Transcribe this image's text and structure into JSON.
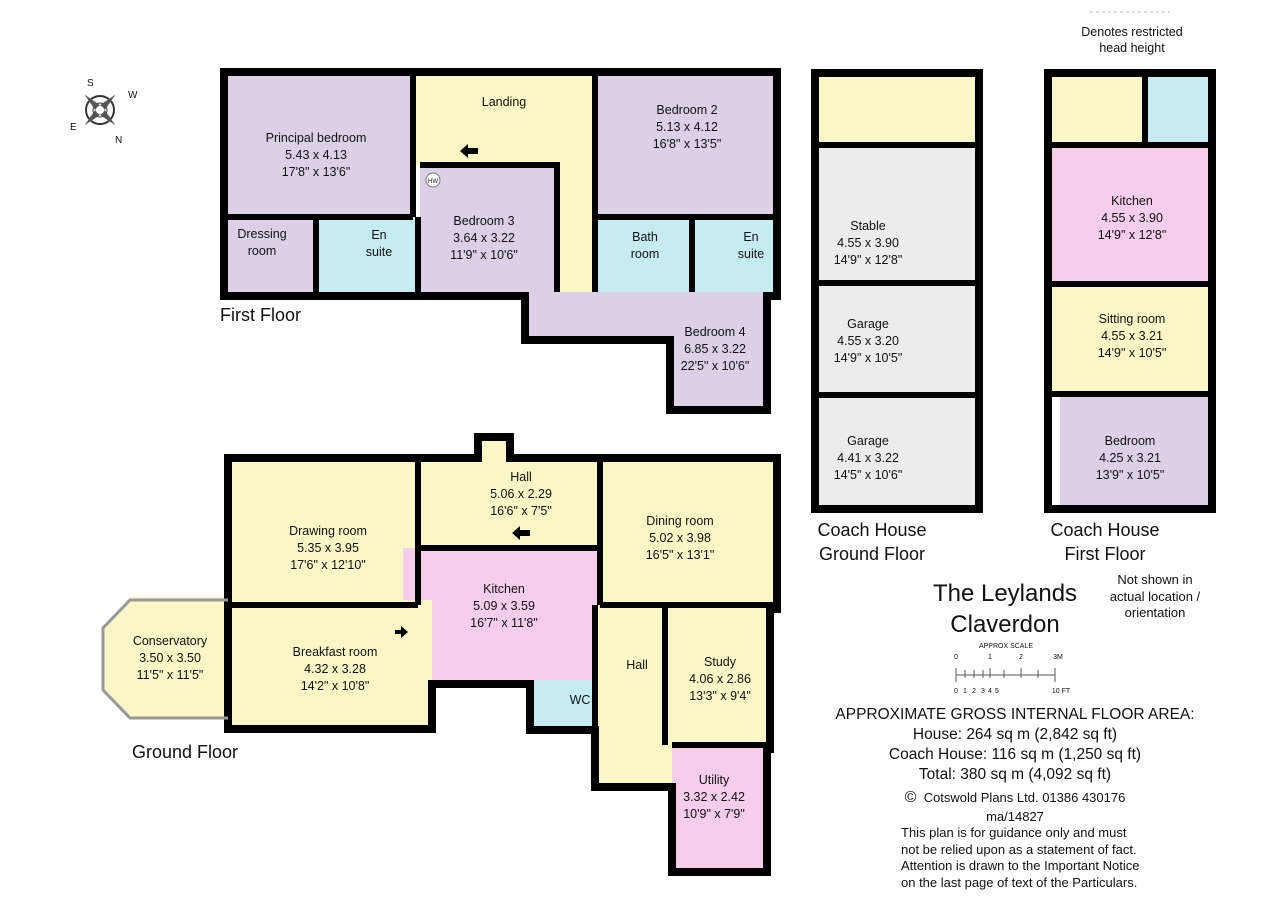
{
  "first_floor": {
    "label": "First Floor",
    "rooms": [
      {
        "name": "Principal bedroom",
        "m": "5.43 x 4.13",
        "ft": "17'8\" x 13'6\""
      },
      {
        "name": "Landing"
      },
      {
        "name": "Bedroom 2",
        "m": "5.13 x 4.12",
        "ft": "16'8\" x 13'5\""
      },
      {
        "name1": "Dressing",
        "name2": "room"
      },
      {
        "name1": "En",
        "name2": "suite"
      },
      {
        "name": "Bedroom 3",
        "m": "3.64 x 3.22",
        "ft": "11'9\" x 10'6\""
      },
      {
        "name1": "Bath",
        "name2": "room"
      },
      {
        "name1": "En",
        "name2": "suite"
      },
      {
        "name": "Bedroom 4",
        "m": "6.85 x 3.22",
        "ft": "22'5\" x 10'6\""
      }
    ],
    "hw": "HW"
  },
  "ground_floor": {
    "label": "Ground Floor",
    "rooms": [
      {
        "name": "Drawing room",
        "m": "5.35 x 3.95",
        "ft": "17'6\" x 12'10\""
      },
      {
        "name": "Hall",
        "m": "5.06 x 2.29",
        "ft": "16'6\" x 7'5\""
      },
      {
        "name": "Dining room",
        "m": "5.02 x 3.98",
        "ft": "16'5\" x 13'1\""
      },
      {
        "name": "Kitchen",
        "m": "5.09 x 3.59",
        "ft": "16'7\" x 11'8\""
      },
      {
        "name": "Conservatory",
        "m": "3.50 x 3.50",
        "ft": "11'5\" x 11'5\""
      },
      {
        "name": "Breakfast room",
        "m": "4.32 x 3.28",
        "ft": "14'2\" x 10'8\""
      },
      {
        "name": "WC"
      },
      {
        "name": "Hall"
      },
      {
        "name": "Study",
        "m": "4.06 x 2.86",
        "ft": "13'3\" x 9'4\""
      },
      {
        "name": "Utility",
        "m": "3.32 x 2.42",
        "ft": "10'9\" x 7'9\""
      }
    ]
  },
  "coach_ground": {
    "label1": "Coach House",
    "label2": "Ground Floor",
    "rooms": [
      {
        "name": "Stable",
        "m": "4.55 x 3.90",
        "ft": "14'9\" x 12'8\""
      },
      {
        "name": "Garage",
        "m": "4.55 x 3.20",
        "ft": "14'9\" x 10'5\""
      },
      {
        "name": "Garage",
        "m": "4.41 x 3.22",
        "ft": "14'5\" x 10'6\""
      }
    ]
  },
  "coach_first": {
    "label1": "Coach House",
    "label2": "First Floor",
    "rooms": [
      {
        "name": "Kitchen",
        "m": "4.55 x 3.90",
        "ft": "14'9\" x 12'8\""
      },
      {
        "name": "Sitting room",
        "m": "4.55 x 3.21",
        "ft": "14'9\" x 10'5\""
      },
      {
        "name": "Bedroom",
        "m": "4.25 x 3.21",
        "ft": "13'9\" x 10'5\""
      }
    ]
  },
  "legend": {
    "line1": "Denotes restricted",
    "line2": "head height"
  },
  "compass": {
    "n": "N",
    "s": "S",
    "e": "E",
    "w": "W"
  },
  "title": {
    "line1": "The Leylands",
    "line2": "Claverdon"
  },
  "note": {
    "line1": "Not shown in",
    "line2": "actual location /",
    "line3": "orientation"
  },
  "scale": {
    "title": "APPROX SCALE",
    "m_ticks": [
      "0",
      "1",
      "2",
      "3M"
    ],
    "ft_ticks": [
      "0",
      "1",
      "2",
      "3",
      "4",
      "5",
      "10 FT"
    ]
  },
  "area": {
    "heading": "APPROXIMATE GROSS INTERNAL FLOOR AREA:",
    "house": "House: 264 sq m (2,842 sq ft)",
    "coach": "Coach House: 116 sq m (1,250 sq ft)",
    "total": "Total: 380 sq m (4,092 sq ft)"
  },
  "copyright": {
    "symbol": "©",
    "text": "Cotswold Plans Ltd. 01386 430176",
    "ref": "ma/14827"
  },
  "disclaimer": [
    "This plan is for guidance only and must",
    "not be relied upon as a statement of fact.",
    "Attention is drawn to the Important Notice",
    "on the last page of text of the Particulars."
  ]
}
